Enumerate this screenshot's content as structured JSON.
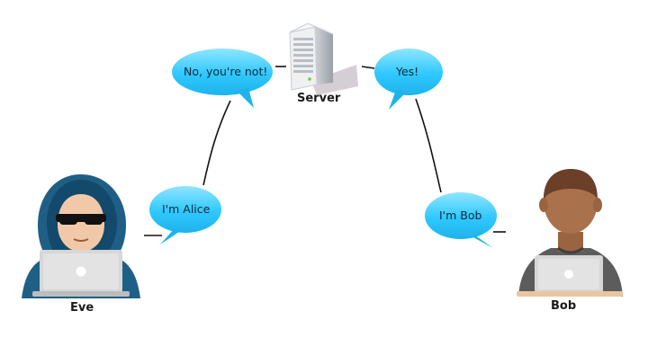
{
  "actors": {
    "eve": {
      "name": "Eve"
    },
    "bob": {
      "name": "Bob"
    },
    "server": {
      "name": "Server"
    }
  },
  "messages": {
    "eve_claim": "I'm Alice",
    "server_to_eve": "No, you're not!",
    "bob_claim": "I'm Bob",
    "server_to_bob": "Yes!"
  },
  "colors": {
    "bubble": "#2ec8ff",
    "bubble_light": "#7be0ff",
    "hood": "#1f5f86",
    "skin_bob": "#a9714c",
    "laptop": "#d7d7d7"
  },
  "icons": [
    "hacker-icon",
    "person-icon",
    "server-icon",
    "laptop-icon"
  ]
}
